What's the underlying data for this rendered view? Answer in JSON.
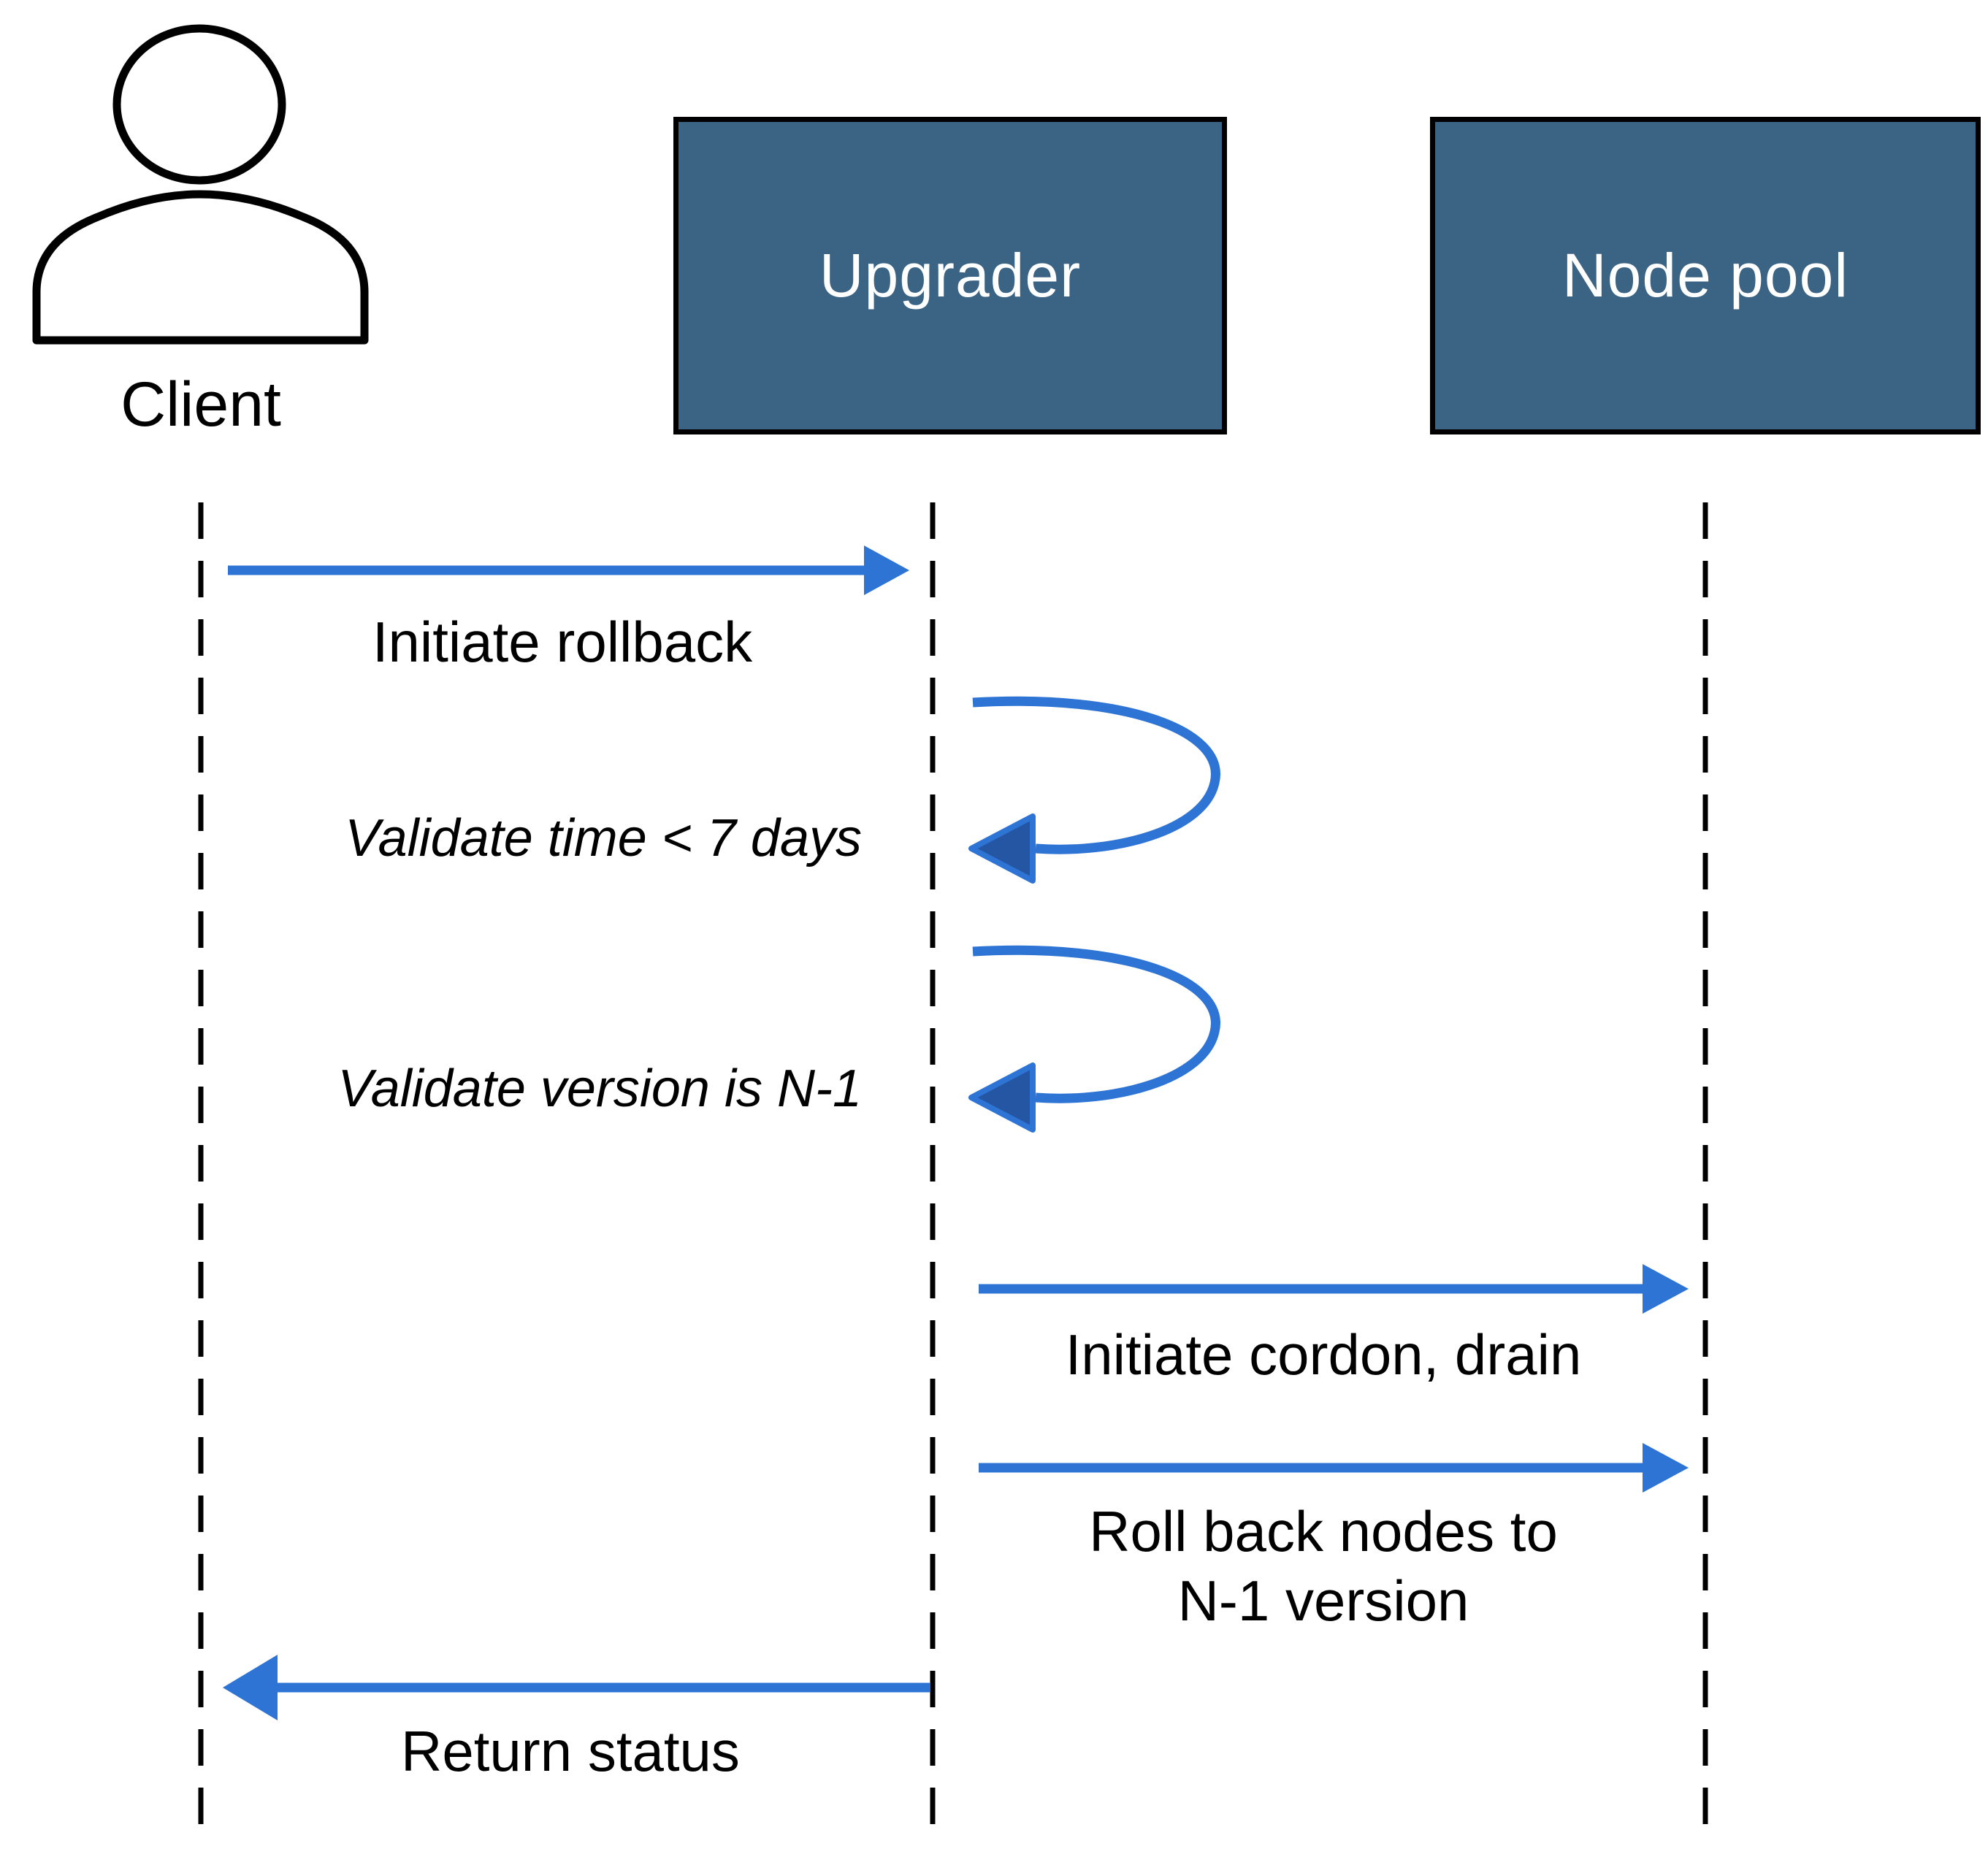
{
  "diagram_type": "sequence-diagram",
  "actors": {
    "client": {
      "label": "Client",
      "kind": "person"
    },
    "upgrader": {
      "label": "Upgrader",
      "kind": "box"
    },
    "node_pool": {
      "label": "Node pool",
      "kind": "box"
    }
  },
  "messages": {
    "initiate_rollback": {
      "label": "Initiate rollback",
      "from": "Client",
      "to": "Upgrader",
      "style": "solid-arrow"
    },
    "validate_time": {
      "label": "Validate time < 7 days",
      "from": "Upgrader",
      "to": "Upgrader",
      "style": "self-loop"
    },
    "validate_version": {
      "label": "Validate version is N-1",
      "from": "Upgrader",
      "to": "Upgrader",
      "style": "self-loop"
    },
    "initiate_cordon_drain": {
      "label": "Initiate cordon, drain",
      "from": "Upgrader",
      "to": "Node pool",
      "style": "solid-arrow"
    },
    "roll_back_nodes": {
      "label": "Roll back nodes to\nN-1 version",
      "from": "Upgrader",
      "to": "Node pool",
      "style": "solid-arrow"
    },
    "return_status": {
      "label": "Return status",
      "from": "Upgrader",
      "to": "Client",
      "style": "solid-arrow"
    }
  },
  "colors": {
    "actor_box_fill": "#3A6384",
    "actor_box_border": "#000000",
    "actor_box_text": "#FFFFFF",
    "arrow_blue": "#2E74D4",
    "self_arrowhead_fill": "#2456A4",
    "lifeline": "#000000",
    "label_text": "#000000",
    "background": "#FFFFFF"
  }
}
